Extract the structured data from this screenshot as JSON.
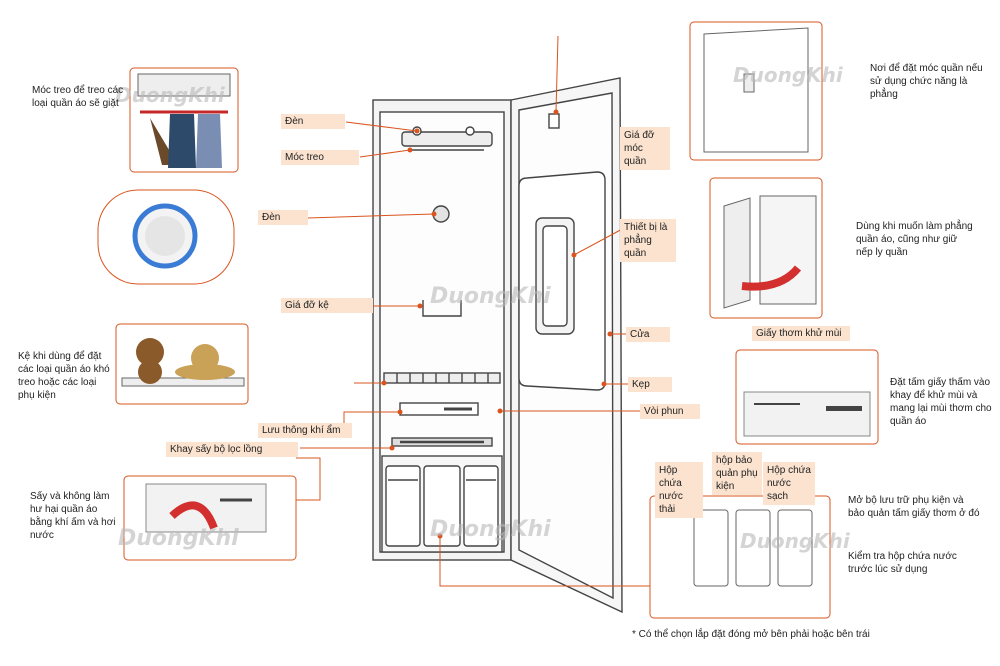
{
  "labels": {
    "den_top": "Đèn",
    "moc_treo": "Móc treo",
    "den_mid": "Đèn",
    "gia_do_ke": "Giá đỡ kệ",
    "luu_thong_khi_am": "Lưu thông khí ẩm",
    "khay_say": "Khay sấy bộ lọc lồng",
    "gia_do_moc_quan": "Giá đỡ móc quần",
    "thiet_bi_phang_quan": "Thiết bị là phẳng quần",
    "cua": "Cửa",
    "kep": "Kẹp",
    "voi_phun": "Vòi phun",
    "giay_thom": "Giấy thơm khử mùi",
    "hop_nuoc_thai": "Hộp chứa nước thải",
    "hop_phu_kien": "hộp bảo quản phụ kiện",
    "hop_nuoc_sach": "Hộp chứa nước sạch"
  },
  "descriptions": {
    "moc_treo_desc": "Móc treo để treo các loại quần áo sẽ giặt",
    "ke_desc": "Kệ khi dùng để đặt các loại quần áo khó treo hoặc các loại phụ kiện",
    "say_desc": "Sấy và không làm hư hại quần áo bằng khí ấm và hơi nước",
    "noi_dat_moc": "Nơi để đặt móc quần nếu sử dụng chức năng là phẳng",
    "dung_khi_muon": "Dùng khi muốn làm phẳng quần áo, cũng như giữ nếp ly quần",
    "dat_tam_giay": "Đặt tấm giấy thấm vào khay để khử mùi và mang lại mùi thơm cho quần áo",
    "mo_bo_luu_tru": "Mở bộ lưu trữ phụ kiện và bảo quản tấm giấy thơm ở đó",
    "kiem_tra": "Kiểm tra hộp chứa nước trước lúc sử dụng"
  },
  "footnote": "* Có thể chọn lắp đặt đóng mở bên phải hoặc bên trái",
  "watermark": "DuongKhi",
  "colors": {
    "accent": "#d9541e",
    "label_bg": "#fbe3cf",
    "outline": "#444444"
  }
}
